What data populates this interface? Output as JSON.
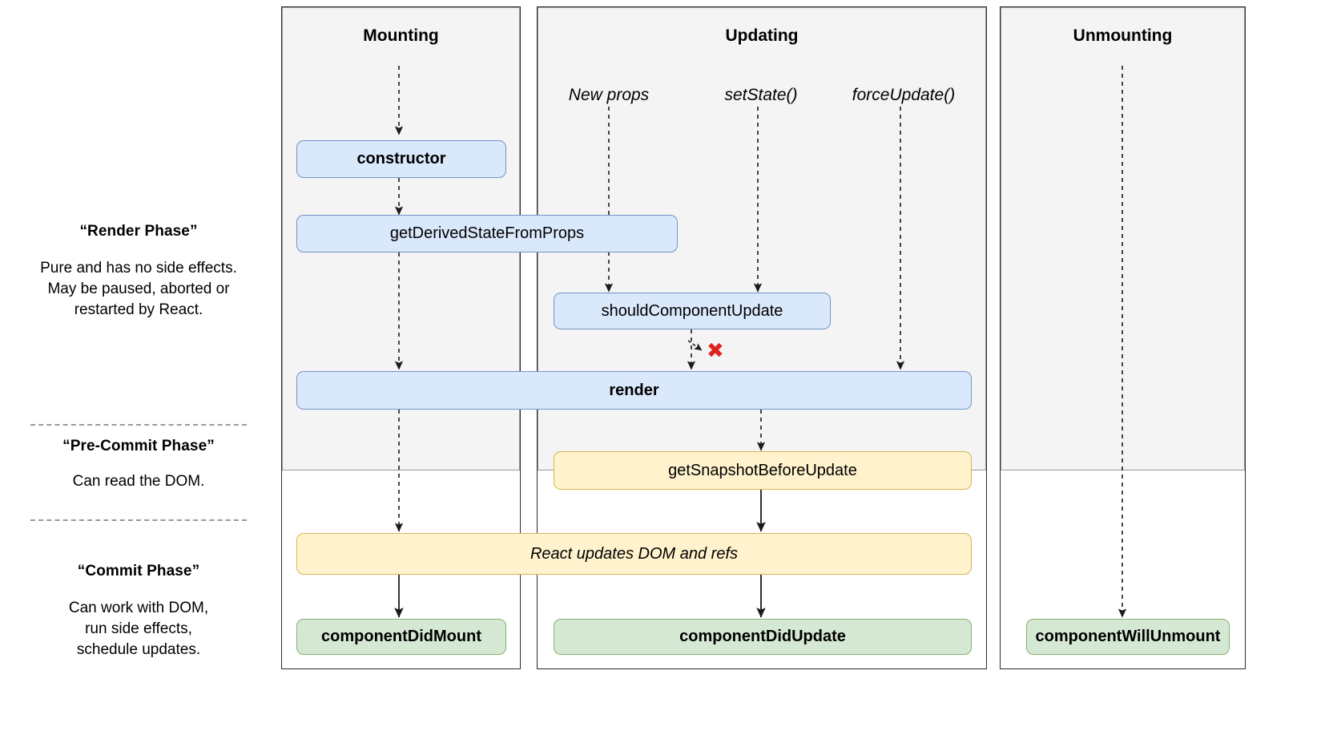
{
  "diagram": {
    "title": "React component lifecycle diagram",
    "type": "flowchart"
  },
  "legend": {
    "render_phase": {
      "title": "“Render Phase”",
      "description": "Pure and has no side effects.\nMay be paused, aborted or\nrestarted by React."
    },
    "pre_commit_phase": {
      "title": "“Pre-Commit Phase”",
      "description": "Can read the DOM."
    },
    "commit_phase": {
      "title": "“Commit Phase”",
      "description": "Can work with DOM,\nrun side effects,\nschedule updates."
    }
  },
  "columns": {
    "mounting": {
      "title": "Mounting"
    },
    "updating": {
      "title": "Updating"
    },
    "unmounting": {
      "title": "Unmounting"
    }
  },
  "triggers": {
    "new_props": "New props",
    "set_state": "setState()",
    "force_update": "forceUpdate()"
  },
  "nodes": {
    "constructor": "constructor",
    "get_derived_state_from_props": "getDerivedStateFromProps",
    "should_component_update": "shouldComponentUpdate",
    "render": "render",
    "get_snapshot_before_update": "getSnapshotBeforeUpdate",
    "react_updates_dom_and_refs": "React updates DOM and refs",
    "component_did_mount": "componentDidMount",
    "component_did_update": "componentDidUpdate",
    "component_will_unmount": "componentWillUnmount"
  },
  "markers": {
    "abort_x": "✖"
  },
  "colors": {
    "render_phase_fill": "#dae8fc",
    "render_phase_stroke": "#7294c4",
    "pre_commit_fill": "#fff2cc",
    "pre_commit_stroke": "#d6b656",
    "commit_fill": "#d5e8d4",
    "commit_stroke": "#86b36a",
    "phase_band_bg": "#f4f4f4",
    "abort_marker": "#e02020",
    "arrow_stroke": "#1a1a1a"
  }
}
